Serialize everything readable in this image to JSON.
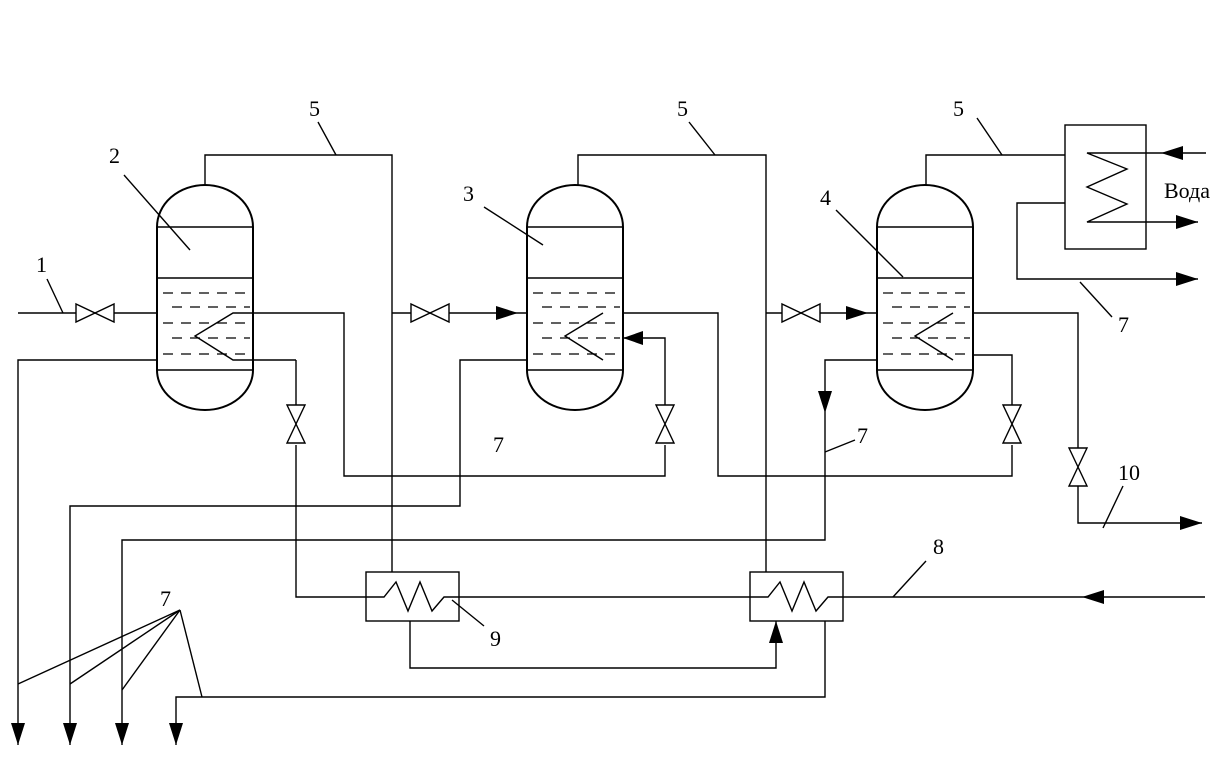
{
  "labels": {
    "feed": "1",
    "evaporator1": "2",
    "evaporator2": "3",
    "evaporator3": "4",
    "vapor1": "5",
    "vapor2": "5",
    "vapor3": "5",
    "condensate_cond": "7",
    "condensate_mid1": "7",
    "condensate_mid2": "7",
    "condensate_outlets": "7",
    "steam": "8",
    "heat_exchanger": "9",
    "product": "10",
    "water": "Вода"
  }
}
